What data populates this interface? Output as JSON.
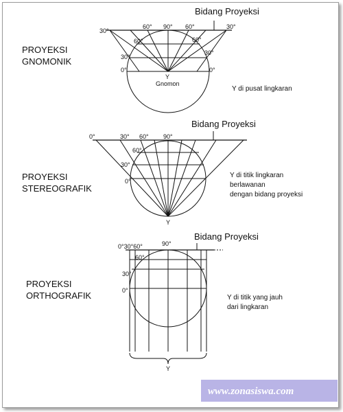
{
  "bidang_label": "Bidang Proyeksi",
  "gnomonik": {
    "title_line1": "PROYEKSI",
    "title_line2": "GNOMONIK",
    "deg_top_left": "30°",
    "deg_60_left": "60°",
    "deg_90": "90°",
    "deg_60_right": "60°",
    "deg_30_right_top": "30°",
    "deg_60_inner": "60°",
    "deg_30_left": "30°",
    "deg_30_right": "30°",
    "deg_0_left": "0°",
    "deg_0_right": "0°",
    "y_label": "Y",
    "gnomon_label": "Gnomon",
    "note": "Y  di pusat lingkaran"
  },
  "stereografik": {
    "title_line1": "PROYEKSI",
    "title_line2": "STEREOGRAFIK",
    "deg_0": "0°",
    "deg_30_top": "30°",
    "deg_60_top": "60°",
    "deg_90": "90°",
    "deg_60_inner": "60°",
    "deg_30_side": "30°",
    "deg_0_side": "0°",
    "y_label": "Y",
    "note_line1": "Y di titik lingkaran",
    "note_line2": "berlawanan",
    "note_line3": "dengan bidang proyeksi"
  },
  "orthografik": {
    "title_line1": "PROYEKSI",
    "title_line2": "ORTHOGRAFIK",
    "deg_top": "0°30°60°",
    "deg_90": "90°",
    "deg_60_inner": "60°",
    "deg_30_side": "30°",
    "deg_0_side": "0°",
    "y_label": "Y",
    "note_line1": "Y di titik yang jauh",
    "note_line2": "dari lingkaran"
  },
  "watermark": "www.zonasiswa.com",
  "colors": {
    "line": "#111111",
    "watermark_bg": "#b9b4e6",
    "watermark_text": "#ffffff"
  }
}
